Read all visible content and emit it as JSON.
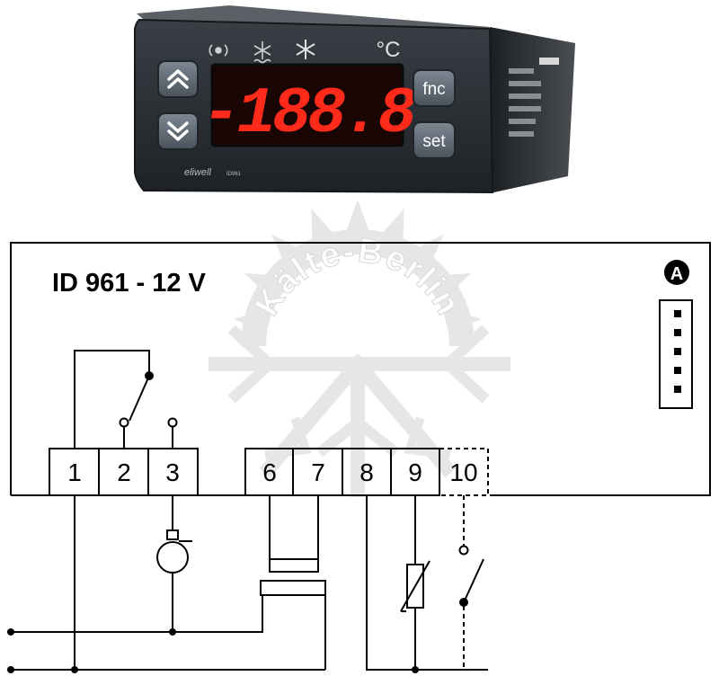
{
  "device": {
    "display_reading": "-188.8",
    "unit": "°C",
    "icons": [
      "alarm-icon",
      "defrost-icon",
      "snowflake-icon"
    ],
    "buttons": {
      "up": "up-arrow-icon",
      "down": "down-arrow-icon",
      "fnc": "fnc",
      "set": "set"
    },
    "brand": "eliwell",
    "model_tag": "ID961"
  },
  "diagram": {
    "title": "ID 961 - 12 V",
    "marker": "A",
    "terminals": [
      "1",
      "2",
      "3",
      "6",
      "7",
      "8",
      "9",
      "10"
    ],
    "dashed_terminal": "10"
  },
  "watermark": {
    "text": "Kälte-Berlin"
  },
  "colors": {
    "display_red": "#ff2a1a",
    "housing": "#2c3036",
    "line": "#000000",
    "watermark": "#e4e4e4"
  }
}
